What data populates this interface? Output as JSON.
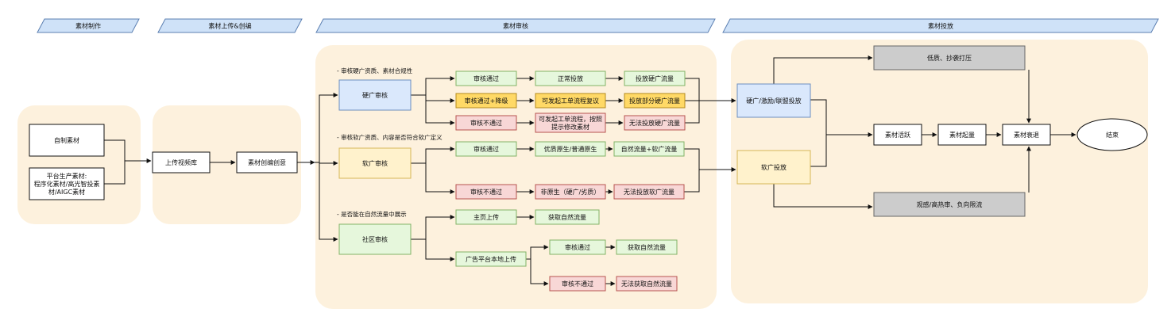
{
  "stages": [
    {
      "id": "s1",
      "label": "素材制作"
    },
    {
      "id": "s2",
      "label": "素材上传&创编"
    },
    {
      "id": "s3",
      "label": "素材审核"
    },
    {
      "id": "s4",
      "label": "素材投放"
    }
  ],
  "notes": {
    "hard": "- 审核硬广资质、素材合规性",
    "soft": "- 审核软广资质、内容是否符合软广定义",
    "community": "- 是否能在自然流量中展示"
  },
  "nodes": {
    "self_made": [
      "自制素材"
    ],
    "platform": [
      "平台生产素材:",
      "程序化素材/高光智投素",
      "材/AIGC素材"
    ],
    "upload": [
      "上传视频库"
    ],
    "edit": [
      "素材创编创意"
    ],
    "hard_review": [
      "硬广审核"
    ],
    "soft_review": [
      "软广审核"
    ],
    "community_review": [
      "社区审核"
    ],
    "hard_pass": [
      "审核通过"
    ],
    "hard_pass_down": [
      "审核通过+降级"
    ],
    "hard_fail": [
      "审核不通过"
    ],
    "normal_delivery": [
      "正常投放"
    ],
    "ticket_review": [
      "可发起工单流程复议"
    ],
    "ticket_modify": [
      "可发起工单流程，按照",
      "提示修改素材"
    ],
    "hard_traffic": [
      "投放硬广流量"
    ],
    "hard_partial": [
      "投放部分硬广流量"
    ],
    "hard_none": [
      "无法投放硬广流量"
    ],
    "soft_pass": [
      "审核通过"
    ],
    "soft_fail": [
      "审核不通过"
    ],
    "quality_native": [
      "优质原生/普通原生"
    ],
    "non_native": [
      "非原生（硬广/劣质）"
    ],
    "natural_soft": [
      "自然流量+软广流量"
    ],
    "soft_none": [
      "无法投放软广流量"
    ],
    "homepage_upload": [
      "主页上传"
    ],
    "ad_local_upload": [
      "广告平台本地上传"
    ],
    "get_natural_1": [
      "获取自然流量"
    ],
    "comm_pass": [
      "审核通过"
    ],
    "comm_fail": [
      "审核不通过"
    ],
    "get_natural_2": [
      "获取自然流量"
    ],
    "no_natural": [
      "无法获取自然流量"
    ],
    "hard_delivery": [
      "硬广/激励/联盟投放"
    ],
    "soft_delivery": [
      "软广投放"
    ],
    "low_quality": [
      "低质、抄袭打压"
    ],
    "bad_feeling": [
      "观感/高热审、负向限流"
    ],
    "active": [
      "素材活跃"
    ],
    "ramp": [
      "素材起量"
    ],
    "decline": [
      "素材衰退"
    ],
    "end": [
      "结束"
    ]
  },
  "colors": {
    "stage_fill": "#cfe2f8",
    "stage_stroke": "#5b7fb1",
    "group_fill": "#fdf1dd",
    "blue_fill": "#dae8fc",
    "blue_stroke": "#6c8ebf",
    "yellow_fill": "#fff2cc",
    "yellow_stroke": "#d6b656",
    "green_fill": "#e6f7dc",
    "green_stroke": "#82b366",
    "orange_fill": "#ffd966",
    "orange_stroke": "#b48a1e",
    "red_fill": "#f8d7d6",
    "red_stroke": "#b85450",
    "gray_fill": "#cccccc",
    "gray_stroke": "#666666",
    "white_fill": "#ffffff",
    "dark_stroke": "#111111"
  }
}
